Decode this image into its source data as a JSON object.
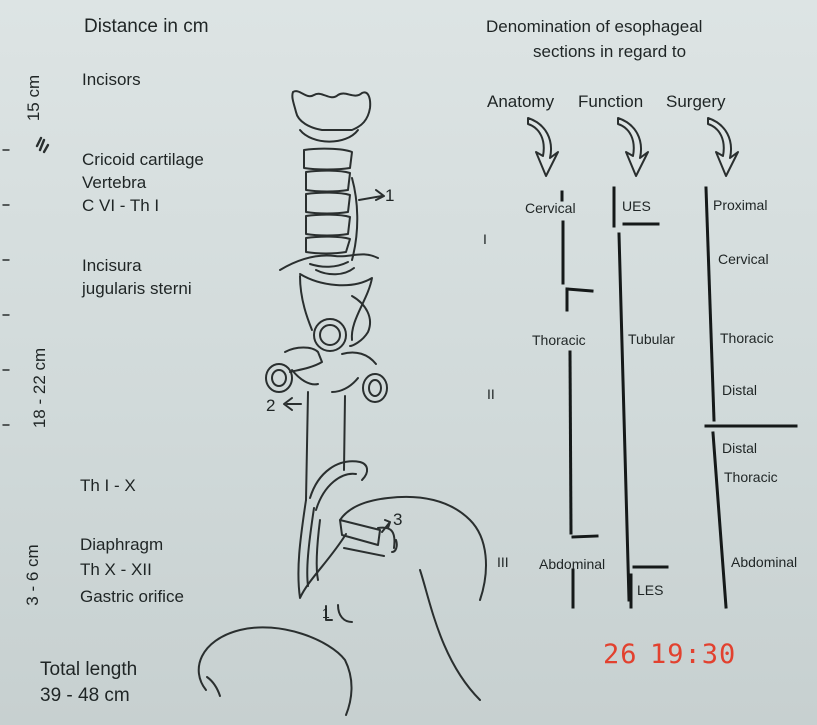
{
  "left": {
    "heading": "Distance in cm",
    "incisors": "Incisors",
    "cricoid": "Cricoid cartilage",
    "vertebra": "Vertebra",
    "cvi_thi": "C VI - Th I",
    "incisura": "Incisura",
    "jugularis": "jugularis sterni",
    "thi_x": "Th I - X",
    "diaphragm": "Diaphragm",
    "thx_xii": "Th X - XII",
    "gastric": "Gastric orifice",
    "total_length": "Total length",
    "total_value": "39 - 48 cm",
    "dist_1": "15 cm",
    "dist_2": "18 - 22 cm",
    "dist_3": "3 - 6 cm"
  },
  "diagram": {
    "label_1": "1",
    "label_2": "2",
    "label_3": "3",
    "label_1b": "1"
  },
  "right": {
    "heading_line1": "Denomination of esophageal",
    "heading_line2": "sections in regard to",
    "col_anatomy": "Anatomy",
    "col_function": "Function",
    "col_surgery": "Surgery",
    "anatomy_cervical": "Cervical",
    "anatomy_thoracic": "Thoracic",
    "anatomy_abdominal": "Abdominal",
    "roman_1": "I",
    "roman_2": "II",
    "roman_3": "III",
    "function_ues": "UES",
    "function_tubular": "Tubular",
    "function_les": "LES",
    "surgery_proximal": "Proximal",
    "surgery_cervical": "Cervical",
    "surgery_thoracic": "Thoracic",
    "surgery_distal": "Distal",
    "surgery_distal2": "Distal",
    "surgery_thoracic2": "Thoracic",
    "surgery_abdominal": "Abdominal"
  },
  "timestamp": {
    "day": "26",
    "time": "19:30"
  }
}
